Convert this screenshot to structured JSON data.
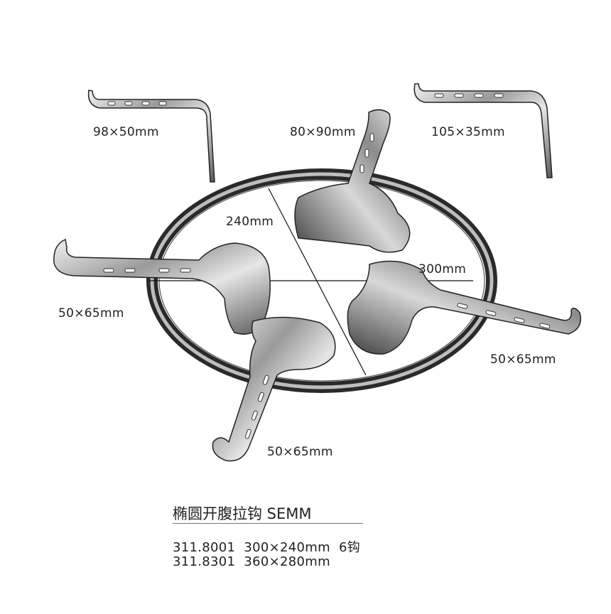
{
  "labels": {
    "hook_top_left": "98×50mm",
    "hook_top_center": "80×90mm",
    "hook_top_right": "105×35mm",
    "frame_depth": "240mm",
    "frame_width": "300mm",
    "blade_left": "50×65mm",
    "blade_right": "50×65mm",
    "blade_bottom": "50×65mm"
  },
  "product": {
    "title": "椭圆开腹拉钩 SEMM",
    "specs": [
      {
        "code": "311.8001",
        "size": "300×240mm",
        "note": "6钩"
      },
      {
        "code": "311.8301",
        "size": "360×280mm",
        "note": ""
      }
    ]
  }
}
